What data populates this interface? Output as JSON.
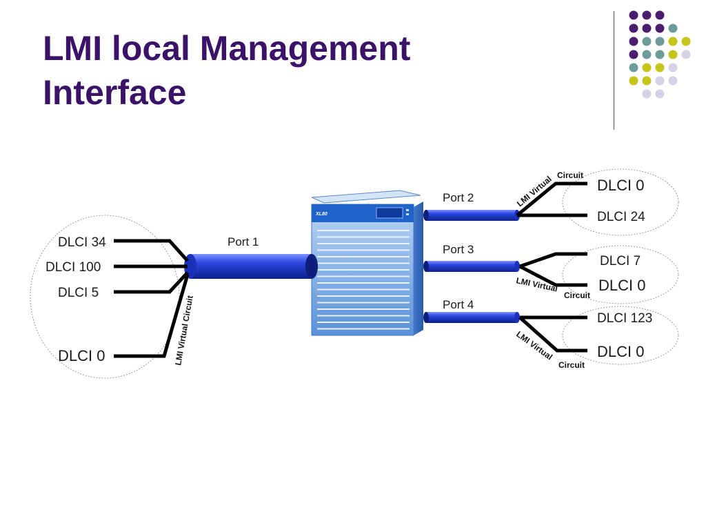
{
  "slide": {
    "title_line1": "LMI local Management",
    "title_line2": "Interface"
  },
  "colors": {
    "title": "#3a1268",
    "dot_purple": "#4b1d6e",
    "dot_teal": "#6e9c9a",
    "dot_yellow": "#c6c61a",
    "dot_lavender": "#d4d2e6",
    "cable": "#2641d6",
    "switch": "#66a0e6"
  },
  "switch": {
    "name": "XL80"
  },
  "left_group": {
    "dlcis": [
      "DLCI 34",
      "DLCI 100",
      "DLCI 5",
      "DLCI 0"
    ],
    "vc_label": "LMI Virtual Circuit",
    "port": "Port 1"
  },
  "right_groups": [
    {
      "port": "Port 2",
      "top": "DLCI 0",
      "bottom": "DLCI 24",
      "vc_part1": "LMI Virtual",
      "vc_part2": "Circuit"
    },
    {
      "port": "Port 3",
      "top": "DLCI 7",
      "bottom": "DLCI 0",
      "vc_part1": "LMI Virtual",
      "vc_part2": "Circuit"
    },
    {
      "port": "Port 4",
      "top": "DLCI 123",
      "bottom": "DLCI 0",
      "vc_part1": "LMI Virtual",
      "vc_part2": "Circuit"
    }
  ]
}
